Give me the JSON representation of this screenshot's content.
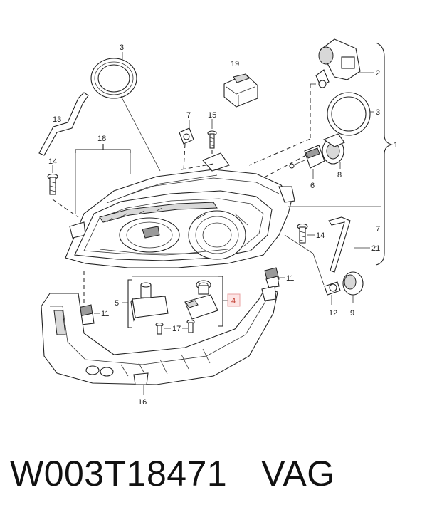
{
  "diagram": {
    "part_labels": {
      "p1": "1",
      "p2": "2",
      "p3a": "3",
      "p3b": "3",
      "p4": "4",
      "p5": "5",
      "p6": "6",
      "p7a": "7",
      "p7b": "7",
      "p8": "8",
      "p9": "9",
      "p11a": "11",
      "p11b": "11",
      "p12": "12",
      "p13": "13",
      "p14a": "14",
      "p14b": "14",
      "p15": "15",
      "p16": "16",
      "p17": "17",
      "p18": "18",
      "p19": "19",
      "p21": "21"
    },
    "highlighted_part": "4",
    "highlight_color": "#c0392b"
  },
  "caption": {
    "part_number": "W003T18471",
    "brand": "VAG"
  }
}
